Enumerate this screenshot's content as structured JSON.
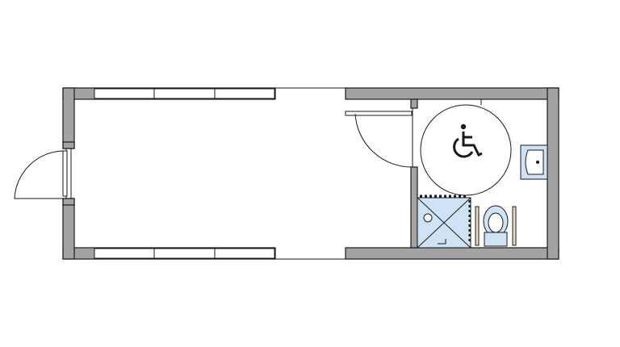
{
  "plan": {
    "colors": {
      "wall_fill": "#a3a3a3",
      "line": "#1a1a1a",
      "fixture_fill": "#cfe3f7",
      "rail_fill": "#e8dcc0",
      "background": "#ffffff"
    },
    "icons": {
      "accessibility": "wheelchair-symbol",
      "shower": "shower-tray",
      "toilet": "toilet",
      "sink": "wash-basin"
    }
  }
}
